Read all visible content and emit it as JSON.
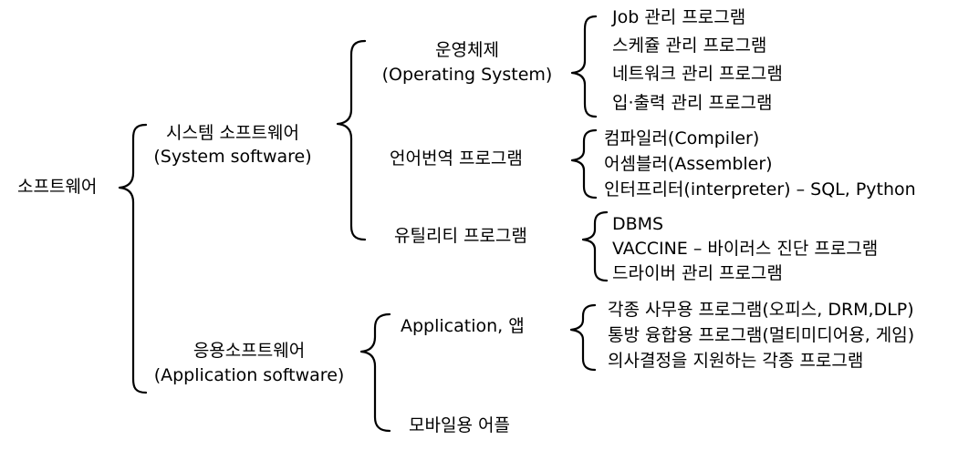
{
  "root": {
    "label": "소프트웨어"
  },
  "system_software": {
    "label": "시스템 소프트웨어",
    "label_en": "(System software)",
    "os": {
      "label": "운영체제",
      "label_en": "(Operating System)",
      "items": [
        "Job 관리 프로그램",
        "스케쥴 관리 프로그램",
        "네트워크 관리 프로그램",
        "입·출력 관리 프로그램"
      ]
    },
    "translator": {
      "label": "언어번역 프로그램",
      "items": [
        "컴파일러(Compiler)",
        "어셈블러(Assembler)",
        "인터프리터(interpreter) – SQL, Python"
      ]
    },
    "utility": {
      "label": "유틸리티 프로그램",
      "items": [
        "DBMS",
        "VACCINE – 바이러스 진단 프로그램",
        "드라이버 관리 프로그램"
      ]
    }
  },
  "application_software": {
    "label": "응용소프트웨어",
    "label_en": "(Application software)",
    "app": {
      "label": "Application, 앱",
      "items": [
        "각종 사무용 프로그램(오피스, DRM,DLP)",
        "통방 융합용 프로그램(멀티미디어용, 게임)",
        "의사결정을 지원하는 각종 프로그램"
      ]
    },
    "mobile": {
      "label": "모바일용 어플"
    }
  }
}
